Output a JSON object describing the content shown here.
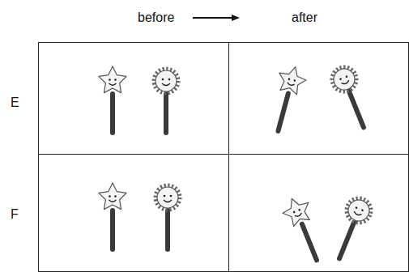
{
  "diagram": {
    "labels": [
      "before",
      "after",
      "E",
      "F"
    ]
  }
}
